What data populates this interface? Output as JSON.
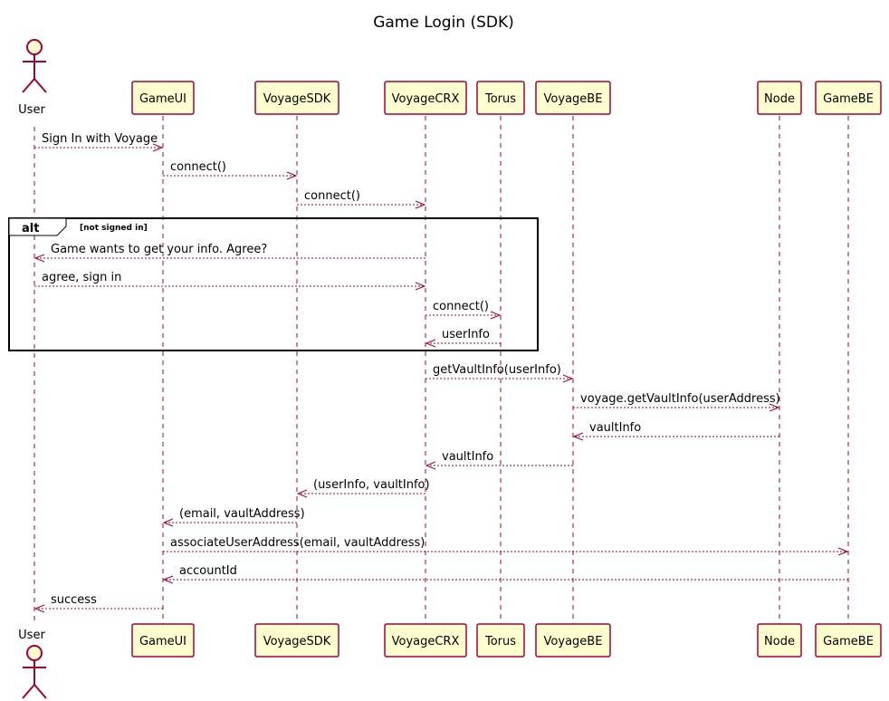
{
  "title": "Game Login (SDK)",
  "participants": [
    {
      "id": "user",
      "label": "User",
      "kind": "actor"
    },
    {
      "id": "gameui",
      "label": "GameUI",
      "kind": "participant"
    },
    {
      "id": "voyagesdk",
      "label": "VoyageSDK",
      "kind": "participant"
    },
    {
      "id": "voyagecrx",
      "label": "VoyageCRX",
      "kind": "participant"
    },
    {
      "id": "torus",
      "label": "Torus",
      "kind": "participant"
    },
    {
      "id": "voyagebe",
      "label": "VoyageBE",
      "kind": "participant"
    },
    {
      "id": "node",
      "label": "Node",
      "kind": "participant"
    },
    {
      "id": "gamebe",
      "label": "GameBE",
      "kind": "participant"
    }
  ],
  "messages": [
    {
      "from": "user",
      "to": "gameui",
      "label": "Sign In with Voyage"
    },
    {
      "from": "gameui",
      "to": "voyagesdk",
      "label": "connect()"
    },
    {
      "from": "voyagesdk",
      "to": "voyagecrx",
      "label": "connect()"
    },
    {
      "from": "voyagecrx",
      "to": "user",
      "label": "Game wants to get your info. Agree?"
    },
    {
      "from": "user",
      "to": "voyagecrx",
      "label": "agree, sign in"
    },
    {
      "from": "voyagecrx",
      "to": "torus",
      "label": "connect()"
    },
    {
      "from": "torus",
      "to": "voyagecrx",
      "label": "userInfo"
    },
    {
      "from": "voyagecrx",
      "to": "voyagebe",
      "label": "getVaultInfo(userInfo)"
    },
    {
      "from": "voyagebe",
      "to": "node",
      "label": "voyage.getVaultInfo(userAddress)"
    },
    {
      "from": "node",
      "to": "voyagebe",
      "label": "vaultInfo"
    },
    {
      "from": "voyagebe",
      "to": "voyagecrx",
      "label": "vaultInfo"
    },
    {
      "from": "voyagecrx",
      "to": "voyagesdk",
      "label": "(userInfo, vaultInfo)"
    },
    {
      "from": "voyagesdk",
      "to": "gameui",
      "label": "(email, vaultAddress)"
    },
    {
      "from": "gameui",
      "to": "gamebe",
      "label": "associateUserAddress(email, vaultAddress)"
    },
    {
      "from": "gamebe",
      "to": "gameui",
      "label": "accountId"
    },
    {
      "from": "gameui",
      "to": "user",
      "label": "success"
    }
  ],
  "fragment": {
    "keyword": "alt",
    "condition": "[not signed in]",
    "first_message": 3,
    "last_message": 6
  },
  "colors": {
    "line": "#a80036",
    "box_fill": "#fefece",
    "box_border": "#a80036"
  }
}
